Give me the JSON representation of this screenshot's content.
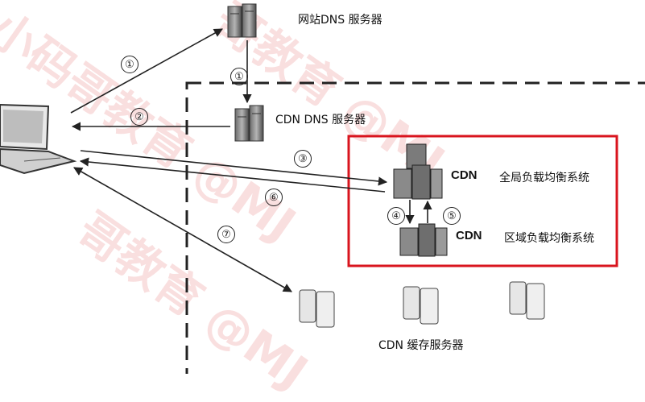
{
  "labels": {
    "site_dns": "网站DNS 服务器",
    "cdn_dns": "CDN DNS 服务器",
    "global_lb_cdn": "CDN",
    "global_lb": "全局负载均衡系统",
    "region_lb_cdn": "CDN",
    "region_lb": "区域负载均衡系统",
    "cache_servers": "CDN 缓存服务器"
  },
  "steps": [
    "①",
    "①",
    "②",
    "③",
    "⑥",
    "④",
    "⑤",
    "⑦"
  ],
  "watermark": [
    "小码哥教育 @MJ",
    "哥教育 @MJ",
    "哥教育 @MJ"
  ],
  "colors": {
    "highlight": "#d9141e",
    "line": "#222222",
    "watermark": "#dc5050"
  },
  "icons": [
    "laptop-icon",
    "server-rack-icon",
    "cache-server-icon"
  ]
}
